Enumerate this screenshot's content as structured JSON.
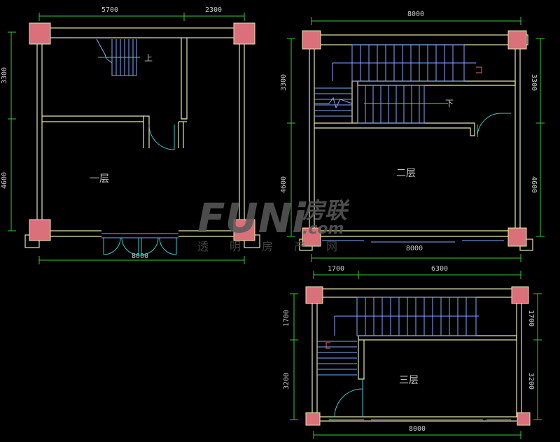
{
  "floor1": {
    "label": "一层",
    "dim_top_left": "5700",
    "dim_top_right": "2300",
    "dim_left_upper": "3300",
    "dim_left_lower": "4600",
    "dim_bottom": "8000",
    "stair_label": "上"
  },
  "floor2": {
    "label": "二层",
    "dim_top": "8000",
    "dim_left_upper": "3300",
    "dim_left_lower": "4600",
    "dim_right_upper": "3300",
    "dim_right_lower": "4600",
    "dim_bottom": "8000",
    "stair_label": "下"
  },
  "floor3": {
    "label": "三层",
    "dim_top_left": "1700",
    "dim_top_right": "6300",
    "dim_left_upper": "1700",
    "dim_left_lower": "3200",
    "dim_right_upper": "1700",
    "dim_right_lower": "3200",
    "dim_bottom": "8000"
  },
  "watermark": {
    "logo": "FUNi",
    "brand": "房联",
    "domain": ".com",
    "tagline": "透明房产网"
  },
  "colors": {
    "wall": "#e6e6b0",
    "column": "#d9707a",
    "dimension": "#33cc33",
    "stair": "#7faaff",
    "door": "#33cccc"
  }
}
